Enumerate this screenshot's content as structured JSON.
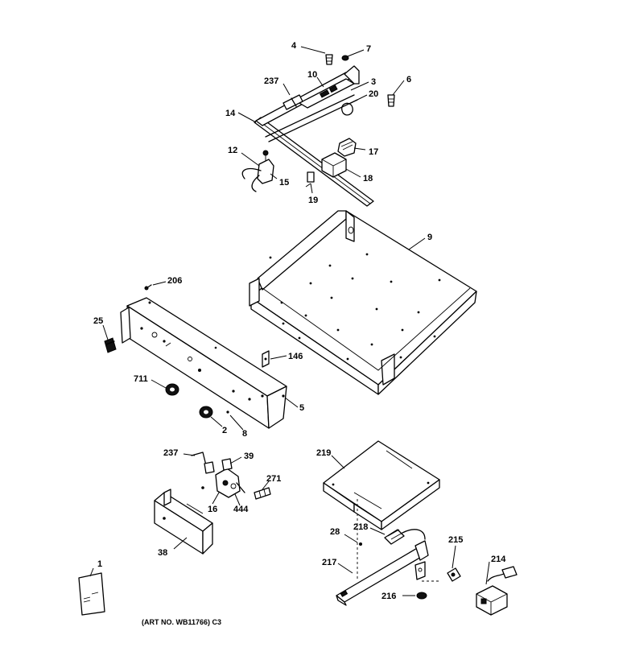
{
  "callouts": {
    "c4": "4",
    "c7": "7",
    "c237a": "237",
    "c10": "10",
    "c3": "3",
    "c6": "6",
    "c20": "20",
    "c14": "14",
    "c17": "17",
    "c12": "12",
    "c15": "15",
    "c18": "18",
    "c19": "19",
    "c9": "9",
    "c206": "206",
    "c25": "25",
    "c146": "146",
    "c711": "711",
    "c5": "5",
    "c2": "2",
    "c8": "8",
    "c237b": "237",
    "c39": "39",
    "c271": "271",
    "c16": "16",
    "c444": "444",
    "c38": "38",
    "c219": "219",
    "c28": "28",
    "c218": "218",
    "c217": "217",
    "c215": "215",
    "c214": "214",
    "c216": "216",
    "c1": "1"
  },
  "art_number": "(ART NO. WB11766) C3"
}
